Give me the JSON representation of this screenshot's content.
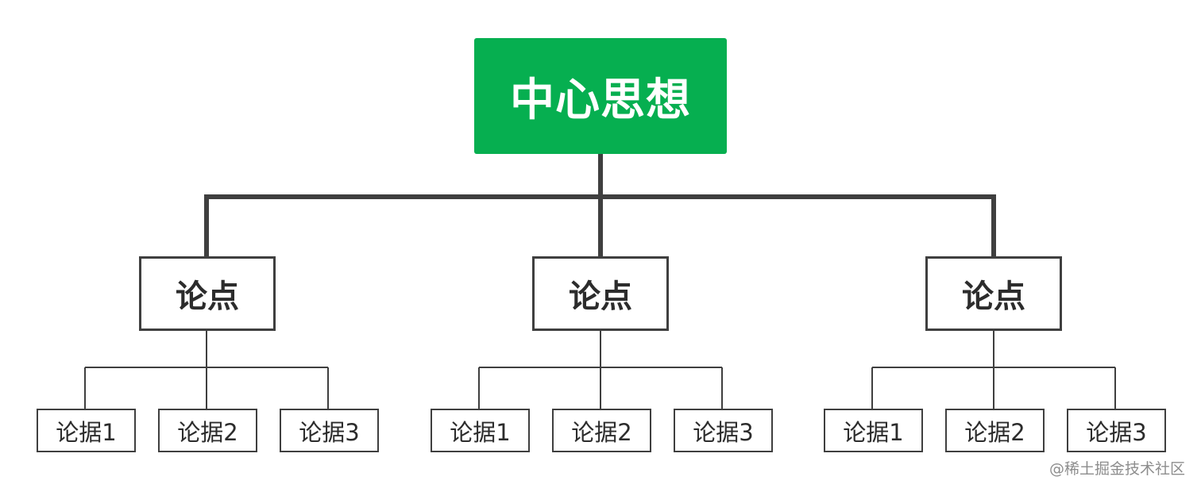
{
  "root": {
    "label": "中心思想",
    "color": "#06af50",
    "text_color": "#ffffff"
  },
  "branches": [
    {
      "label": "论点",
      "evidence": [
        "论据1",
        "论据2",
        "论据3"
      ]
    },
    {
      "label": "论点",
      "evidence": [
        "论据1",
        "论据2",
        "论据3"
      ]
    },
    {
      "label": "论点",
      "evidence": [
        "论据1",
        "论据2",
        "论据3"
      ]
    }
  ],
  "line_color": "#3f3f3f",
  "watermark": "@稀土掘金技术社区"
}
